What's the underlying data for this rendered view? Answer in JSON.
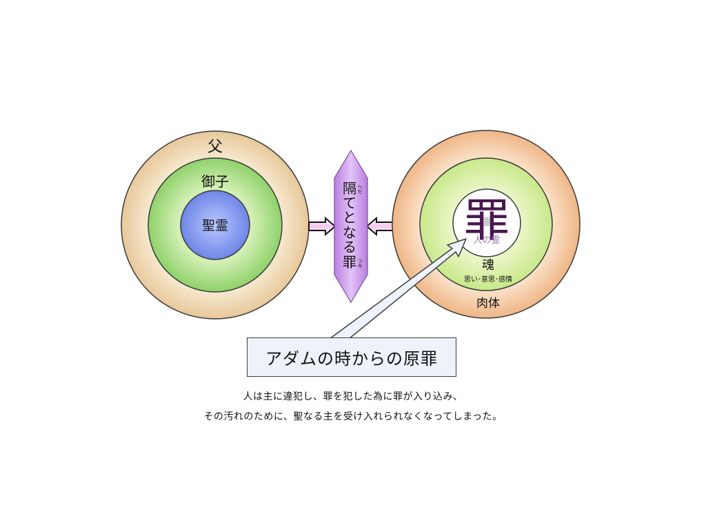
{
  "left_circle": {
    "outer_label": "父",
    "middle_label": "御子",
    "inner_label": "聖霊"
  },
  "barrier": {
    "chars": [
      "隔",
      "て",
      "と",
      "な",
      "る",
      "罪"
    ],
    "ruby_top": "へだ",
    "ruby_bottom": "つみ"
  },
  "right_circle": {
    "core_label": "罪",
    "core_sub_label": "霊",
    "core_overlay_label": "人の霊",
    "middle_label": "魂",
    "middle_sub_label": "思い･意思･感情",
    "outer_label": "肉体"
  },
  "callout": {
    "text": "アダムの時からの原罪"
  },
  "caption": {
    "line1": "人は主に違犯し、罪を犯した為に罪が入り込み、",
    "line2": "その汚れのために、聖なる主を受け入れられなくなってしまった。"
  },
  "colors": {
    "outer_ring": "#f0dcbe",
    "middle_ring": "#a8dc86",
    "inner_core": "#8da0ee",
    "barrier": "#d4a5ee",
    "right_outer": "#f5c9a2",
    "right_middle": "#e6f2b4",
    "sin_text": "#4a1650"
  }
}
